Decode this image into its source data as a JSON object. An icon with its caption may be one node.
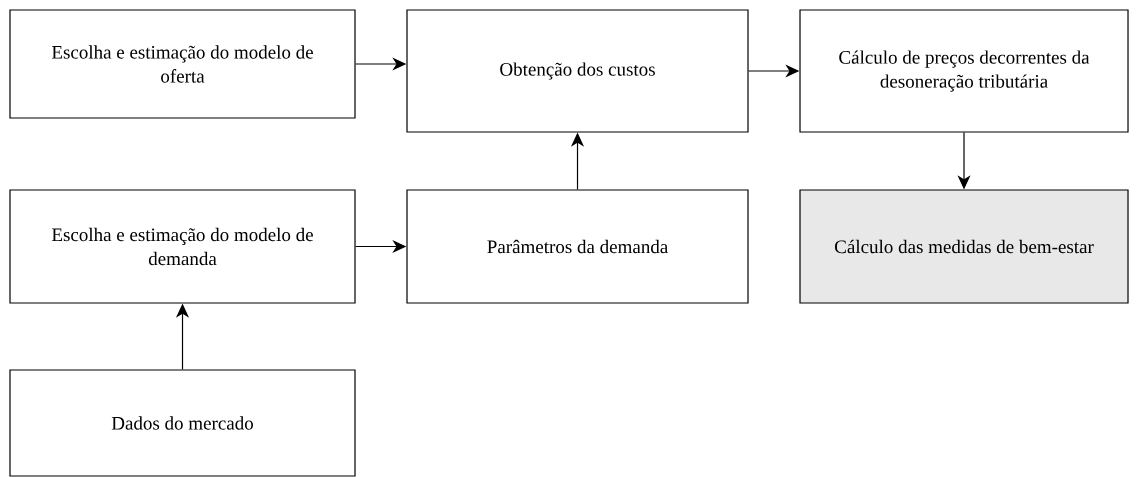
{
  "diagram": {
    "nodes": [
      {
        "text": [
          "Escolha e estimação do modelo de oferta"
        ]
      },
      {
        "text": [
          "Obtenção dos custos"
        ]
      },
      {
        "text": [
          "Cálculo de preços decorrentes da desoneração tributária"
        ]
      },
      {
        "text": [
          "Escolha e estimação do modelo de demanda"
        ]
      },
      {
        "text": [
          "Parâmetros da demanda"
        ]
      },
      {
        "text": [
          "Cálculo das medidas de bem-estar"
        ]
      },
      {
        "text": [
          "Dados do mercado"
        ]
      }
    ],
    "edges": [
      {
        "from": 0,
        "to": 1,
        "arrow": "to"
      },
      {
        "from": 1,
        "to": 2,
        "arrow": "to"
      },
      {
        "from": 2,
        "to": 5,
        "arrow": "to"
      },
      {
        "from": 3,
        "to": 4,
        "arrow": "to"
      },
      {
        "from": 4,
        "to": 1,
        "arrow": "to"
      },
      {
        "from": 6,
        "to": 3,
        "arrow": "to"
      }
    ]
  }
}
